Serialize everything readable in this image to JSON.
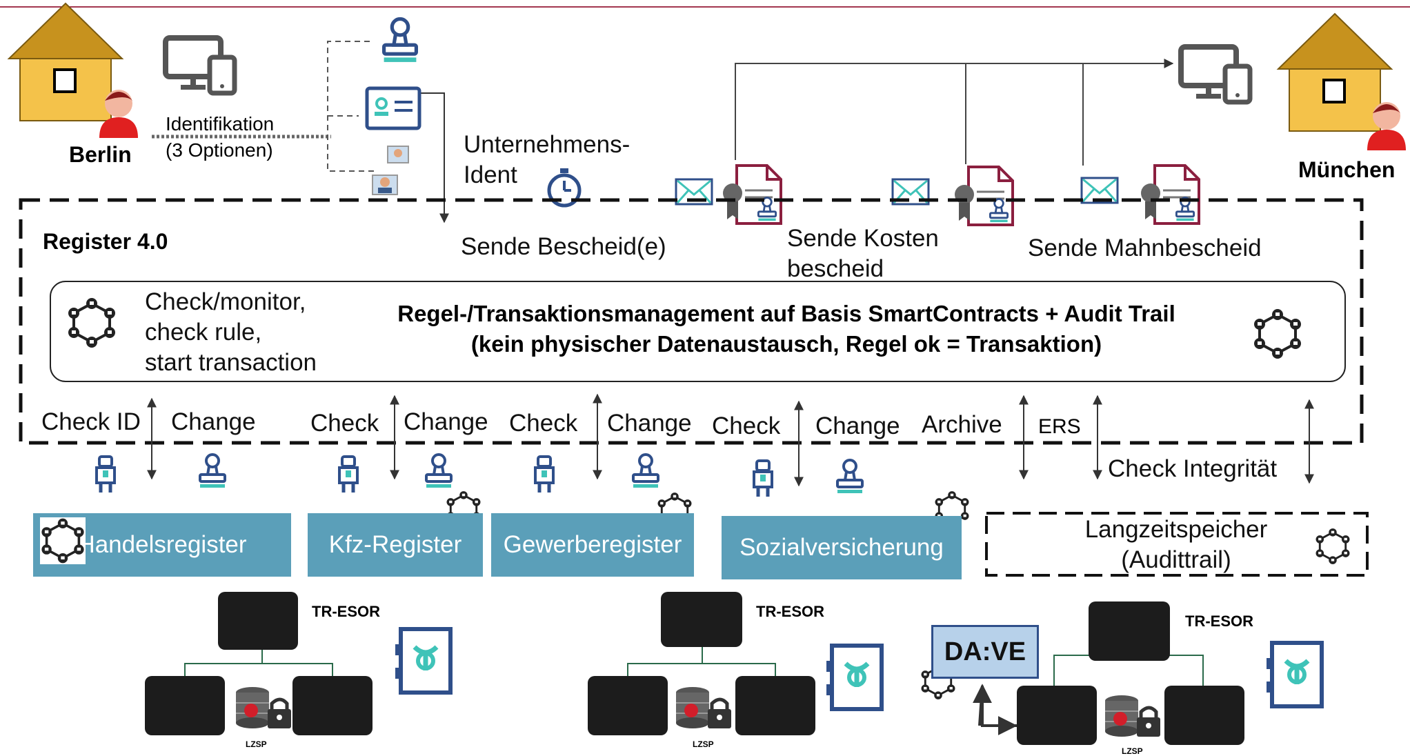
{
  "colors": {
    "house_roof": "#c7921e",
    "house_wall": "#f4c24a",
    "register_box": "#5b9fb9",
    "icon_blue": "#2f4f8a",
    "icon_teal": "#3fc3b8",
    "doc_red": "#8b1f3f",
    "top_border": "#a3364f"
  },
  "cities": {
    "left": "Berlin",
    "right": "München"
  },
  "identification": {
    "line1": "Identifikation",
    "line2": "(3 Optionen)"
  },
  "company_ident": {
    "line1": "Unternehmens-",
    "line2": "Ident"
  },
  "register_title": "Register 4.0",
  "send": {
    "bescheid": "Sende Bescheid(e)",
    "kosten_line1": "Sende Kosten",
    "kosten_line2": "bescheid",
    "mahn": "Sende Mahnbescheid"
  },
  "rules": {
    "check_line1": "Check/monitor,",
    "check_line2": "check rule,",
    "check_line3": "start transaction",
    "main_line1": "Regel-/Transaktionsmanagement auf Basis SmartContracts + Audit Trail",
    "main_line2": "(kein physischer Datenaustausch, Regel ok = Transaktion)"
  },
  "actions": {
    "check_id": "Check ID",
    "change_1": "Change",
    "check_2": "Check",
    "change_2": "Change",
    "check_3": "Check",
    "change_3": "Change",
    "check_4": "Check",
    "change_4": "Change",
    "archive": "Archive",
    "ers": "ERS",
    "check_integritaet": "Check Integrität"
  },
  "registers": {
    "handels": "Handelsregister",
    "kfz": "Kfz-Register",
    "gewerbe": "Gewerberegister",
    "sozial": "Sozialversicherung",
    "langzeit_line1": "Langzeitspeicher",
    "langzeit_line2": "(Audittrail)"
  },
  "storage": {
    "tr_esor_1": "TR-ESOR",
    "tr_esor_2": "TR-ESOR",
    "tr_esor_3": "TR-ESOR",
    "lzsp_1": "LZSP",
    "lzsp_2": "LZSP",
    "lzsp_3": "LZSP",
    "dave": "DA:VE"
  }
}
